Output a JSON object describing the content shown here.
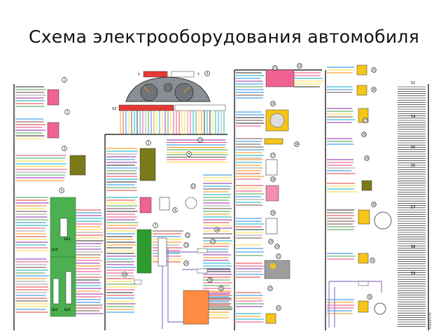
{
  "title": "Схема электрооборудования автомобиля",
  "connector_labels": {
    "sh1": "Ш1",
    "sh2": "Ш2",
    "sh3": "Ш3",
    "sh4": "Ш4",
    "x2": "X2",
    "y": "Y"
  },
  "section_labels": [
    "52",
    "54",
    "55",
    "56",
    "57",
    "58",
    "59"
  ],
  "callouts": [
    "1",
    "2",
    "3",
    "4",
    "5",
    "6",
    "7",
    "8",
    "9",
    "10",
    "11",
    "12",
    "13",
    "14",
    "15",
    "16",
    "17",
    "18",
    "19",
    "20",
    "21",
    "22",
    "23",
    "24",
    "25",
    "26",
    "27",
    "28",
    "29",
    "30",
    "31",
    "32",
    "33",
    "34",
    "35",
    "36",
    "37",
    "38",
    "39"
  ],
  "watermark": "Klaxon.ru",
  "colors": {
    "background": "#ffffff",
    "frame": "#000000",
    "mount_block": "#4caf50",
    "relay": "#f06292",
    "olive_module": "#7a7a1a",
    "orange_block": "#ff8c42",
    "yellow_sensor": "#f5c518",
    "panel_red": "#e53935",
    "panel_gray": "#8a8f96"
  }
}
